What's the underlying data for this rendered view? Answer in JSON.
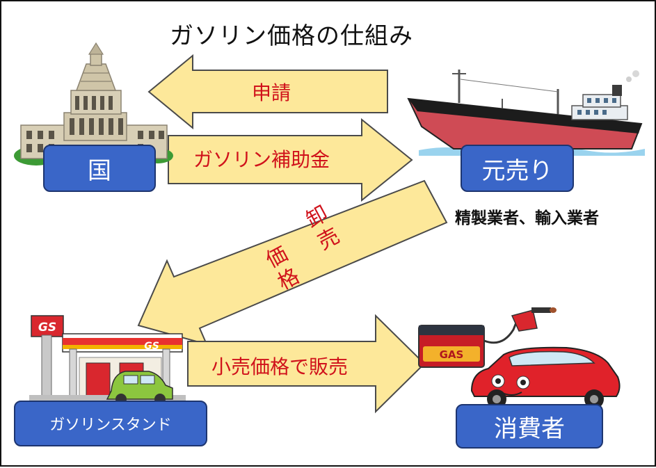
{
  "title": "ガソリン価格の仕組み",
  "nodes": {
    "government": "国",
    "wholesaler": "元売り",
    "gas_station": "ガソリンスタンド",
    "consumer": "消費者"
  },
  "wholesaler_caption": "精製業者、輸入業者",
  "arrows": {
    "application": "申請",
    "subsidy": "ガソリン補助金",
    "wholesale_chars": [
      "卸",
      "売",
      "価",
      "格"
    ],
    "retail": "小売価格で販売"
  },
  "signs": {
    "gs_pole": "GS",
    "gs_canopy": "GS",
    "gas_pump": "GAS"
  },
  "colors": {
    "arrow_fill": "#fde89a",
    "arrow_stroke": "#4a4a4a",
    "label_blue": "#3a66c8",
    "text_red": "#d0121b"
  }
}
